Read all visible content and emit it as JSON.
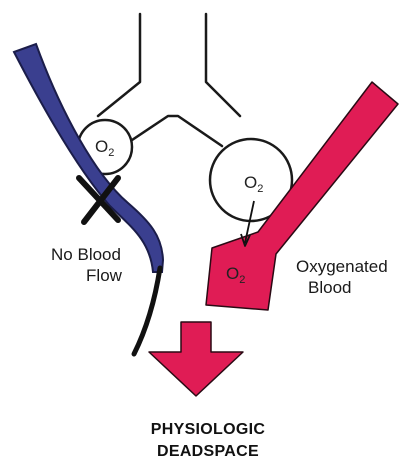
{
  "labels": {
    "o2": "O",
    "o2_sub": "2",
    "no_blood_line1": "No Blood",
    "no_blood_line2": "Flow",
    "oxygenated_line1": "Oxygenated",
    "oxygenated_line2": "Blood",
    "title_line1": "PHYSIOLOGIC",
    "title_line2": "DEADSPACE"
  },
  "colors": {
    "vein_fill": "#3a3f8f",
    "vein_stroke": "#1b1d4a",
    "arrow_fill": "#e01c55",
    "outline": "#1a1a1a"
  }
}
